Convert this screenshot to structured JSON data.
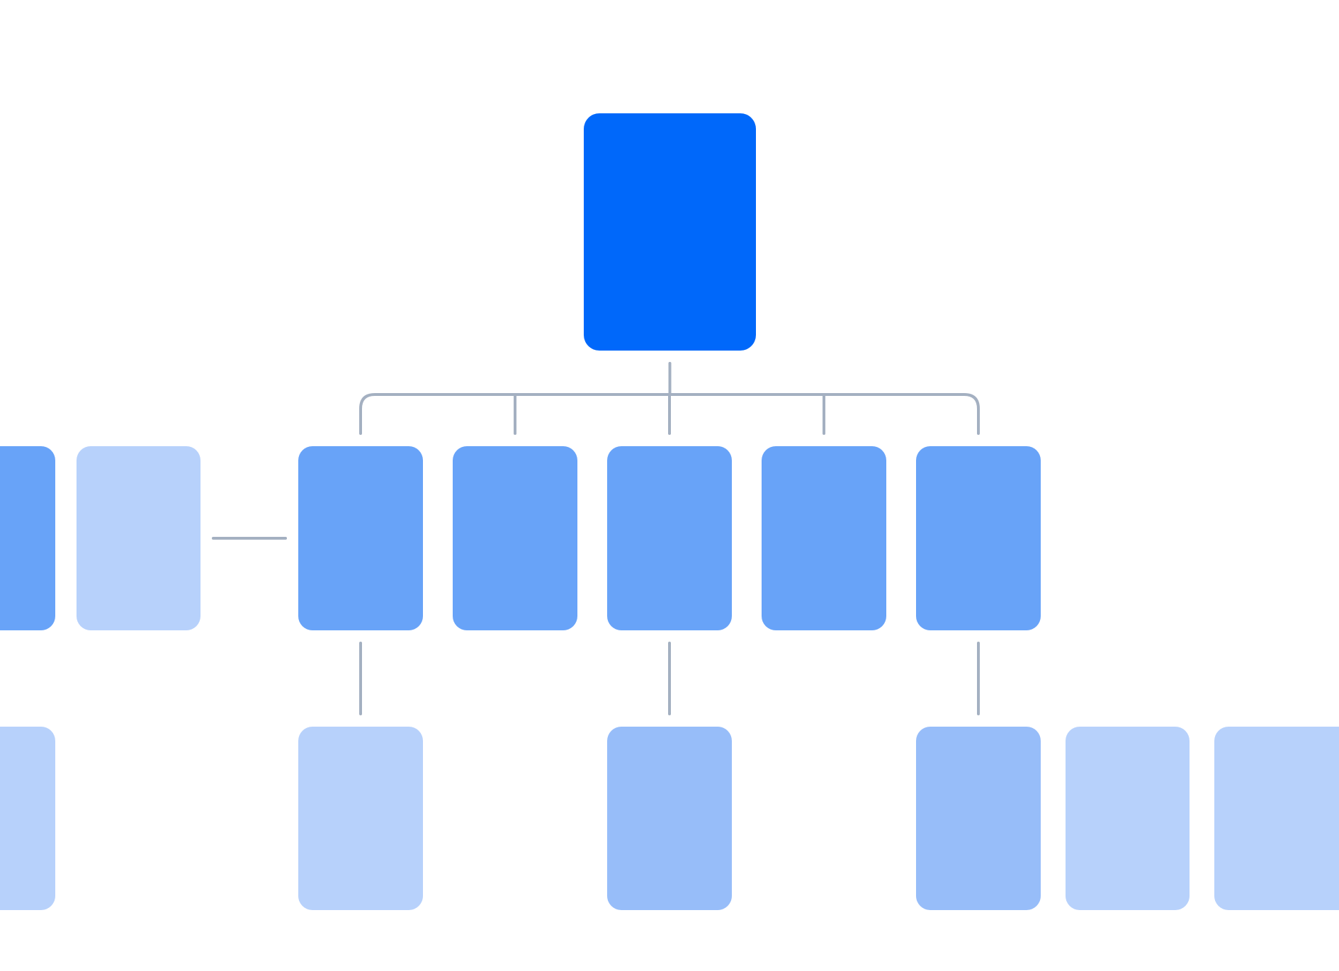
{
  "diagram": {
    "type": "org-chart",
    "colors": {
      "root": "#0068fa",
      "level1": "#68a3f8",
      "level2_medium": "#97bdf9",
      "level2_light": "#b7d1fb",
      "connector": "#a4b0c1",
      "background": "#ffffff"
    },
    "nodes": [
      {
        "id": "root",
        "name": "root-node",
        "shade": "root",
        "text": ""
      },
      {
        "id": "l1-partial",
        "name": "level1-node-partial",
        "shade": "level1",
        "text": ""
      },
      {
        "id": "l1-light",
        "name": "level1-node-inactive",
        "shade": "level2_light",
        "text": ""
      },
      {
        "id": "l1-a",
        "name": "level1-node-1",
        "shade": "level1",
        "text": ""
      },
      {
        "id": "l1-b",
        "name": "level1-node-2",
        "shade": "level1",
        "text": ""
      },
      {
        "id": "l1-c",
        "name": "level1-node-3",
        "shade": "level1",
        "text": ""
      },
      {
        "id": "l1-d",
        "name": "level1-node-4",
        "shade": "level1",
        "text": ""
      },
      {
        "id": "l1-e",
        "name": "level1-node-5",
        "shade": "level1",
        "text": ""
      },
      {
        "id": "l2-partial",
        "name": "level2-node-partial",
        "shade": "level2_light",
        "text": ""
      },
      {
        "id": "l2-a",
        "name": "level2-node-1",
        "shade": "level2_light",
        "text": ""
      },
      {
        "id": "l2-c",
        "name": "level2-node-3",
        "shade": "level2_medium",
        "text": ""
      },
      {
        "id": "l2-e",
        "name": "level2-node-5",
        "shade": "level2_medium",
        "text": ""
      },
      {
        "id": "l2-f",
        "name": "level2-node-6",
        "shade": "level2_light",
        "text": ""
      },
      {
        "id": "l2-g",
        "name": "level2-node-7",
        "shade": "level2_light",
        "text": ""
      }
    ],
    "edges": [
      {
        "from": "root",
        "to": "l1-a"
      },
      {
        "from": "root",
        "to": "l1-b"
      },
      {
        "from": "root",
        "to": "l1-c"
      },
      {
        "from": "root",
        "to": "l1-d"
      },
      {
        "from": "root",
        "to": "l1-e"
      },
      {
        "from": "l1-light",
        "to": "l1-a"
      },
      {
        "from": "l1-a",
        "to": "l2-a"
      },
      {
        "from": "l1-c",
        "to": "l2-c"
      },
      {
        "from": "l1-e",
        "to": "l2-e"
      }
    ]
  }
}
